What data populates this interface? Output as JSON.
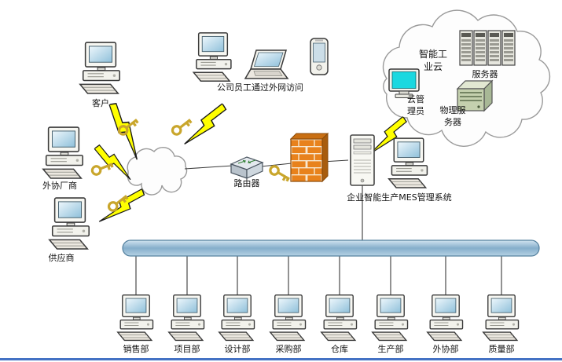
{
  "nodes": {
    "customer": "客户",
    "employees": "公司员工通过外网访问",
    "vendor": "外协厂商",
    "supplier": "供应商",
    "router": "路由器",
    "mes_system": "企业智能生产MES管理系统",
    "industrial_cloud": "智能工业云",
    "cloud_servers": "服务器",
    "cloud_admin": "云管理员",
    "physical_server": "物理服务器"
  },
  "departments": [
    "销售部",
    "项目部",
    "设计部",
    "采购部",
    "仓库",
    "生产部",
    "外协部",
    "质量部"
  ],
  "icons": {
    "desktop": "desktop-computer-icon",
    "laptop": "laptop-icon",
    "pda": "pda-icon",
    "server_tower": "server-tower-icon",
    "server_rack": "server-rack-icon",
    "admin_monitor": "monitor-icon",
    "physical_server": "physical-server-icon",
    "router": "router-icon",
    "firewall": "firewall-icon",
    "internet_cloud": "cloud-icon",
    "lightning_link": "lightning-icon",
    "encryption_key": "key-icon",
    "backbone": "network-bus"
  },
  "colors": {
    "lightning": "#ffff00",
    "key": "#c9a62c",
    "firewall_brick": "#e8821c",
    "backbone_blue": "#85aecb",
    "admin_screen": "#1bd8e0",
    "page_border": "#4472c4"
  }
}
